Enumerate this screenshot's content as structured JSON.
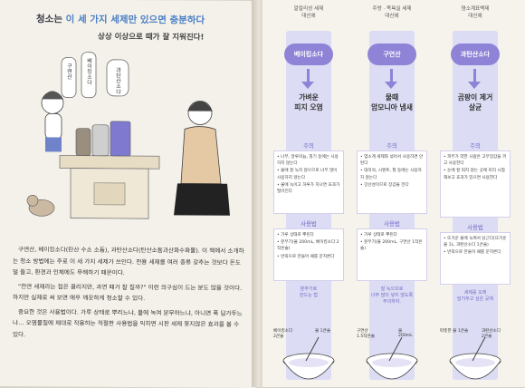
{
  "left": {
    "title_pre": "청소는 ",
    "title_hl": "이 세 가지 세제만 있으면 충분하다",
    "subtitle": "상상 이상으로 때가 잘 지워진다!",
    "jar_labels": [
      "구연산",
      "베이킹소다",
      "과탄산소다"
    ],
    "body": [
      "구연산, 베이킹소다(탄산 수소 소듐), 과탄산소다(탄산소듐과산화수화물). 이 책에서 소개하는 청소 방법에는 주로 이 세 가지 세제가 쓰인다. 전용 세제를 여러 종류 갖추는 것보다 돈도 덜 들고, 환경과 인체에도 무해하기 때문이다.",
      "\"천연 세제라는 점은 끌리지만, 과연 때가 잘 질까?\" 이런 의구심이 드는 분도 많을 것이다. 하지만 실제로 써 보면 매우 깨끗하게 청소할 수 있다.",
      "중요한 것은 사용법이다. 가루 상태로 뿌리느냐, 물에 녹여 분무하느냐, 아니면 푹 담가두느냐… 오염물질에 제대로 작용하는 적절한 사용법을 익히면 시판 세제 못지않은 효과를 볼 수 있다."
    ]
  },
  "columns": [
    {
      "top_label": "알칼리성 세제\n대신에",
      "name": "베이킹소다",
      "target": "가벼운\n피지 오염",
      "caution_title": "주의",
      "caution": [
        "• 나무, 알루미늄, 칠기 등에는 사용하지 않는다",
        "• 물에 잘 녹지 않으므로 너무 많이 사용하지 않는다",
        "• 물에 녹이고 하루가 지나면 효과가 떨어진다"
      ],
      "usage_title": "사용법",
      "usage": [
        "• 가루 상태로 뿌린다",
        "• 분무기(물 200mL, 베이킹소다 2작은술)",
        "• 반죽으로 만들어 때를 문지른다"
      ],
      "note": "분무기로\n만드는 법",
      "bowl_labels": [
        "베이킹소다\n2큰술",
        "물 1큰술"
      ]
    },
    {
      "top_label": "주방 · 목욕실 세제\n대신에",
      "name": "구연산",
      "target": "물때\n암모니아 냄새",
      "caution_title": "주의",
      "caution": [
        "• 염소계 세제와 섞어서 사용하면 안 된다",
        "• 대리석, 시멘트, 철 등에는 사용하지 않는다",
        "• 강산성이므로 장갑을 낀다"
      ],
      "usage_title": "사용법",
      "usage": [
        "• 가루 상태로 뿌린다",
        "• 분무기(물 200mL, 구연산 1작은술)"
      ],
      "note": "잘 녹으므로\n너무 많이 넣지 않도록\n주의하자.",
      "bowl_labels": [
        "구연산\n1.5작은술",
        "물\n200mL"
      ]
    },
    {
      "top_label": "염소계표백제\n대신에",
      "name": "과탄산소다",
      "target": "곰팡이 제거\n살균",
      "caution_title": "주의",
      "caution": [
        "• 피부가 약한 사람은 고무장갑을 끼고 사용한다",
        "• 눈에 잘 띄지 않는 곳에 미리 시험해보고 효과가 있으면 사용한다"
      ],
      "usage_title": "사용법",
      "usage": [
        "• 뜨거운 물에 녹여서 담근다(뜨거운 물 1L, 과탄산소다 1큰술)",
        "• 반죽으로 만들어 때를 문지른다"
      ],
      "note": "세제를 오래\n담가두고 싶은 곳에",
      "bowl_labels": [
        "따뜻한 물 1큰술",
        "과탄산소다\n2큰술"
      ]
    }
  ],
  "colors": {
    "accent_blue": "#4a7fc4",
    "purple": "#8e83d6",
    "band": "#dcdcf4"
  }
}
